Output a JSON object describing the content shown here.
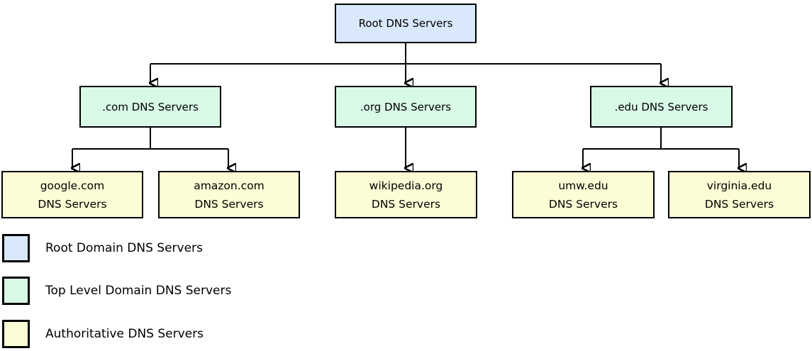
{
  "diagram": {
    "nodes": {
      "root": {
        "label": "Root DNS Servers",
        "level": "root-domain"
      },
      "com": {
        "label": ".com DNS Servers",
        "level": "top-level-domain"
      },
      "org": {
        "label": ".org DNS Servers",
        "level": "top-level-domain"
      },
      "edu": {
        "label": ".edu DNS Servers",
        "level": "top-level-domain"
      },
      "google": {
        "label": "google.com\nDNS Servers",
        "level": "authoritative"
      },
      "amazon": {
        "label": "amazon.com\nDNS Servers",
        "level": "authoritative"
      },
      "wikipedia": {
        "label": "wikipedia.org\nDNS Servers",
        "level": "authoritative"
      },
      "umw": {
        "label": "umw.edu\nDNS Servers",
        "level": "authoritative"
      },
      "virginia": {
        "label": "virginia.edu\nDNS Servers",
        "level": "authoritative"
      }
    },
    "edges": [
      "root->com",
      "root->org",
      "root->edu",
      "com->google",
      "com->amazon",
      "org->wikipedia",
      "edu->umw",
      "edu->virginia"
    ]
  },
  "legend": {
    "items": [
      {
        "label": "Root Domain DNS Servers",
        "color_key": "root"
      },
      {
        "label": "Top Level Domain DNS Servers",
        "color_key": "tld"
      },
      {
        "label": "Authoritative DNS Servers",
        "color_key": "authoritative"
      }
    ]
  },
  "colors": {
    "root": "#d9e8fb",
    "tld": "#d9f9e7",
    "authoritative": "#fcfcd5",
    "line": "#000000"
  }
}
